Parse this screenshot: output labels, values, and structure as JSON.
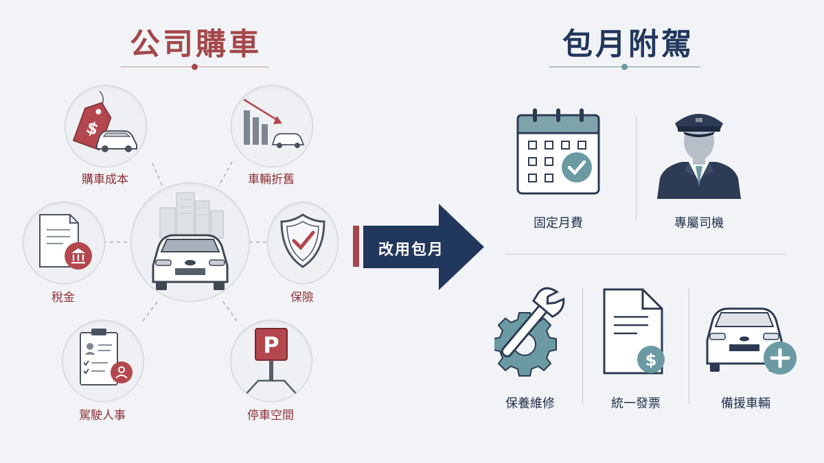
{
  "left": {
    "title": "公司購車",
    "items": {
      "purchase": "購車成本",
      "depreciation": "車輛折舊",
      "tax": "稅金",
      "insurance": "保險",
      "personnel": "駕駛人事",
      "parking": "停車空間"
    }
  },
  "arrow": {
    "label": "改用包月"
  },
  "right": {
    "title": "包月附駕",
    "items": {
      "fixed_fee": "固定月費",
      "driver": "專屬司機",
      "maintenance": "保養維修",
      "invoice": "統一發票",
      "backup": "備援車輛"
    }
  },
  "colors": {
    "red": "#a4474a",
    "navy": "#22375c",
    "teal": "#6b9aa3",
    "gray": "#8a9099"
  },
  "icons": [
    "price-tag-icon",
    "car-icon",
    "bar-chart-down-icon",
    "document-bank-icon",
    "shield-check-icon",
    "clipboard-person-icon",
    "parking-sign-icon",
    "calendar-check-icon",
    "chauffeur-icon",
    "wrench-gear-icon",
    "invoice-dollar-icon",
    "car-plus-icon",
    "buildings-icon"
  ]
}
